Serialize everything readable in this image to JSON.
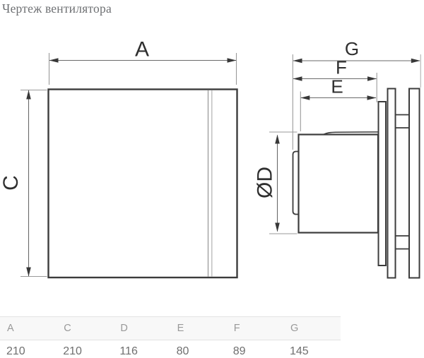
{
  "title": "Чертеж вентилятора",
  "drawing": {
    "labels": {
      "width": "A",
      "height": "C",
      "diameter": "ØD",
      "depth_duct": "E",
      "depth_body": "F",
      "depth_total": "G"
    }
  },
  "table": {
    "columns": [
      "A",
      "C",
      "D",
      "E",
      "F",
      "G"
    ],
    "values": [
      "210",
      "210",
      "116",
      "80",
      "89",
      "145"
    ]
  },
  "colors": {
    "outline": "#3c3c3c",
    "dim_line": "#6a6a6a",
    "extension_line": "#9a9a9a",
    "inner_panel_line": "#a8a8a8",
    "label_text": "#2f2f2f",
    "title_text": "#6e7073",
    "table_header_bg": "#f8f8f8",
    "table_border": "#e3e3e3",
    "table_header_text": "#999999",
    "table_value_text": "#6f6f6f"
  }
}
